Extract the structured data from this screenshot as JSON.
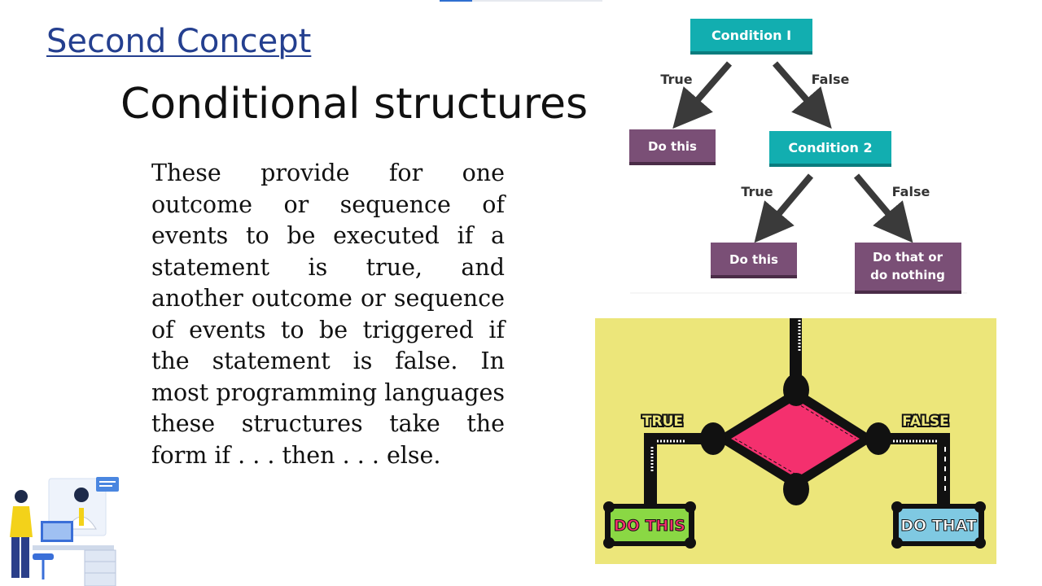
{
  "slide": {
    "link_title": "Second Concept",
    "title": "Conditional structures",
    "body": "These provide for one outcome or sequence of events to be executed if a statement is true, and another outcome or sequence of events to be triggered if the statement is false. In most programming languages these structures take the form if . . . then . . . else."
  },
  "flowchart_top": {
    "condition1": "Condition I",
    "condition2": "Condition 2",
    "true_label_1": "True",
    "false_label_1": "False",
    "true_label_2": "True",
    "false_label_2": "False",
    "action1": "Do this",
    "action2": "Do this",
    "action3_line1": "Do that or",
    "action3_line2": "do nothing",
    "colors": {
      "condition": "#12aeb0",
      "action": "#7a4f76",
      "arrow": "#3a3a3a"
    }
  },
  "flowchart_bottom": {
    "true_label": "TRUE",
    "false_label": "FALSE",
    "left_box": "DO THIS",
    "right_box": "DO THAT",
    "colors": {
      "background": "#ece67a",
      "diamond": "#f4306e",
      "left_box": "#8ad844",
      "right_box": "#7fc9e2",
      "left_text": "#f4306e",
      "right_text": "#ffffff"
    }
  },
  "illustration": {
    "icon": "people-video-call-icon"
  }
}
